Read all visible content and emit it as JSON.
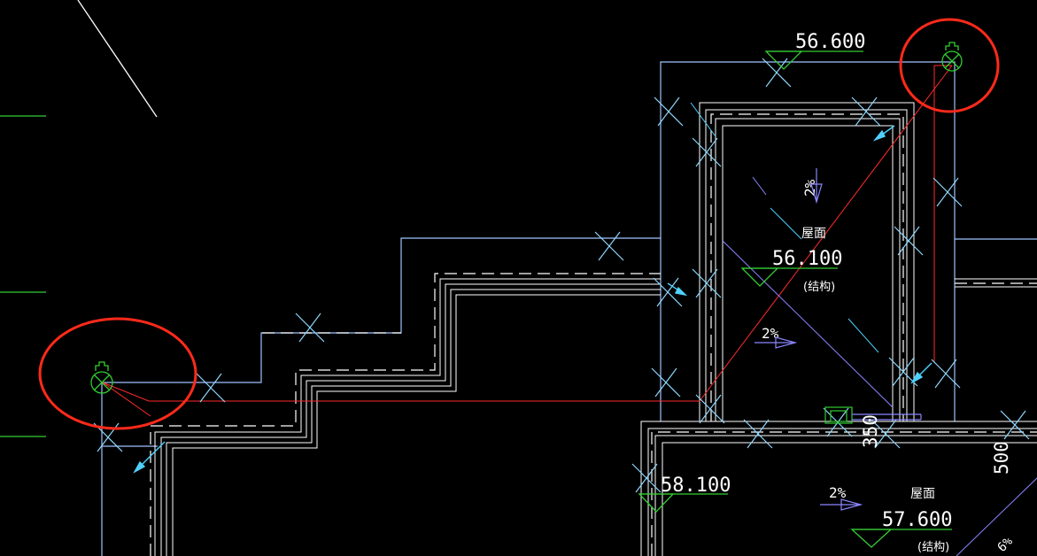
{
  "colors": {
    "background": "#000000",
    "outline": "#9fc3ff",
    "wall": "#ffffff",
    "dash": "#ffffff",
    "drain": "#ff2a2a",
    "elevation": "#33cc33",
    "text": "#ffffff",
    "cross": "#8fd8ff",
    "arrow": "#4fd1ff",
    "slope_text": "#ffffff",
    "slope_arrow": "#8a86ff",
    "highlight": "#ff2a1a",
    "symbol": "#33cc33",
    "diag": "#8a86ff",
    "stray": "#ffffff"
  },
  "labels": {
    "elev_top": "56.600",
    "elev_roof_a": "56.100",
    "roof_a": "屋面",
    "struct_a": "(结构)",
    "slope_a1": "2%",
    "slope_a2": "2%",
    "elev_left_bottom": "58.100",
    "slope_b": "2%",
    "roof_b": "屋面",
    "elev_roof_b": "57.600",
    "struct_b": "(结构)",
    "dim_350": "350",
    "dim_500": "500",
    "slope_c_partial": "6%"
  },
  "icons": {
    "drain_left": "roof-drain-symbol",
    "drain_right": "roof-drain-symbol",
    "circle_left": "red-highlight-circle",
    "circle_right": "red-highlight-circle"
  }
}
